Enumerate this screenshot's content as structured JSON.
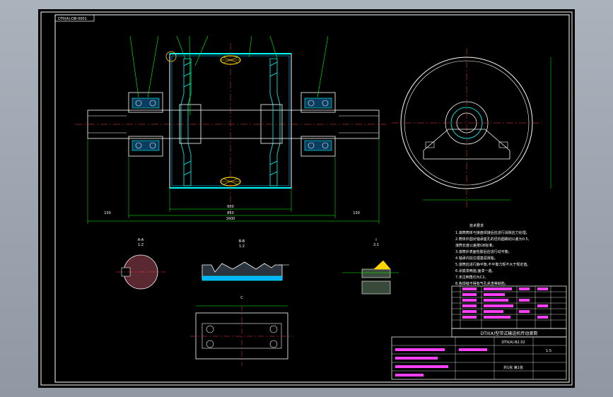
{
  "window": {
    "background": "#000000",
    "frame_color": "#ffffff"
  },
  "drawing": {
    "corner_tag": "DTII(A)-DB-0001",
    "section_labels": {
      "shaft_end": "A-A",
      "shaft_end_scale": "1:2",
      "rubber_lagging": "B-B",
      "rubber_lagging_scale": "1:2",
      "weld_detail": "I",
      "weld_detail_scale": "2:1",
      "bearing_seat": "C"
    },
    "dimensions": {
      "overall": "1600",
      "drum_width": "600",
      "bearing_span": "850",
      "left_end": "130",
      "right_end": "130"
    },
    "technical_requirements": {
      "heading": "技术要求",
      "items": [
        "1.滚筒筒体与接盘焊接后应进行消除应力处理。",
        "2.筒体外圆对轴承座孔的径向圆跳动公差为0.5,",
        "  滚筒长度公差按GB标准。",
        "3.滚筒外表面包胶后应进行动平衡。",
        "4.轴承内加注锂基润滑脂。",
        "5.滚筒应进行静平衡,不平衡力矩不大于规定值。",
        "6.涂底漆两遍,面漆一遍。",
        "7.未注倒角均为C2。",
        "8.各焊缝不得有气孔夹渣等缺陷。"
      ]
    },
    "title_block": {
      "project": "DTII(A)型带式输送机传动滚筒",
      "drawing_no": "DTII(A)-B2.02",
      "scale": "1:5",
      "sheet": "共1张 第1张"
    }
  }
}
